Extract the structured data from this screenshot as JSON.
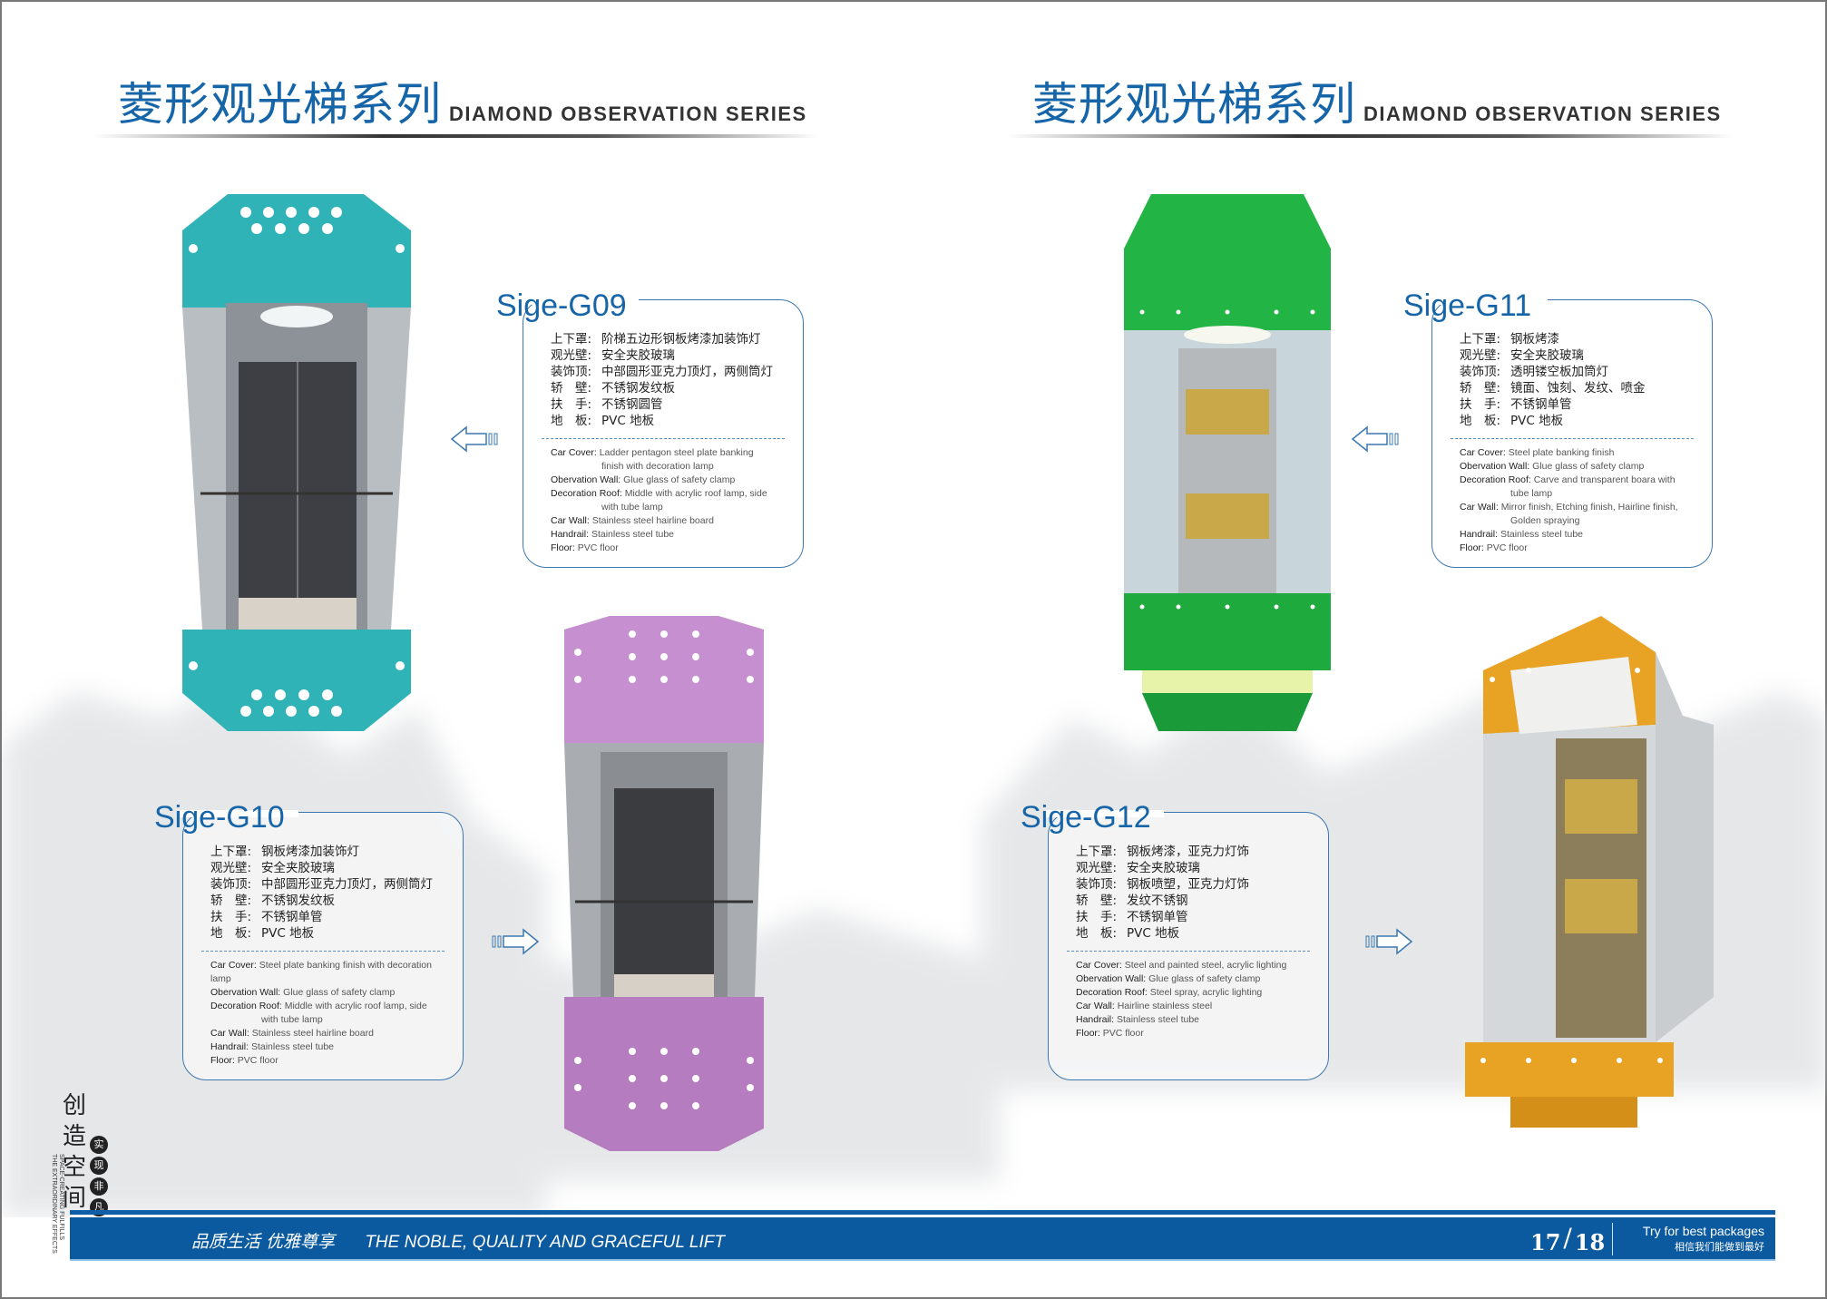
{
  "header": {
    "left": {
      "title_cn": "菱形观光梯系列",
      "title_en": "DIAMOND OBSERVATION SERIES"
    },
    "right": {
      "title_cn": "菱形观光梯系列",
      "title_en": "DIAMOND OBSERVATION SERIES"
    }
  },
  "colors": {
    "brand_blue": "#1565a8",
    "footer_blue": "#0b5a9f",
    "teal": "#2fb3b6",
    "purple": "#b57cc0",
    "green": "#1faa3e",
    "orange": "#e8a224"
  },
  "products": [
    {
      "model": "Sige-G09",
      "specs_cn": [
        [
          "上下罩:",
          "阶梯五边形钢板烤漆加装饰灯"
        ],
        [
          "观光壁:",
          "安全夹胶玻璃"
        ],
        [
          "装饰顶:",
          "中部圆形亚克力顶灯，两侧筒灯"
        ],
        [
          "轿　壁:",
          "不锈钢发纹板"
        ],
        [
          "扶　手:",
          "不锈钢圆管"
        ],
        [
          "地　板:",
          "PVC 地板"
        ]
      ],
      "specs_en": [
        [
          "Car Cover:",
          "Ladder pentagon steel plate banking",
          "finish with decoration lamp"
        ],
        [
          "Obervation Wall:",
          "Glue glass of safety clamp",
          ""
        ],
        [
          "Decoration Roof:",
          "Middle with acrylic roof lamp, side",
          "with tube lamp"
        ],
        [
          "Car Wall:",
          "Stainless steel hairline board",
          ""
        ],
        [
          "Handrail:",
          "Stainless steel tube",
          ""
        ],
        [
          "Floor:",
          "PVC floor",
          ""
        ]
      ]
    },
    {
      "model": "Sige-G10",
      "specs_cn": [
        [
          "上下罩:",
          "钢板烤漆加装饰灯"
        ],
        [
          "观光壁:",
          "安全夹胶玻璃"
        ],
        [
          "装饰顶:",
          "中部圆形亚克力顶灯，两侧筒灯"
        ],
        [
          "轿　壁:",
          "不锈钢发纹板"
        ],
        [
          "扶　手:",
          "不锈钢单管"
        ],
        [
          "地　板:",
          "PVC 地板"
        ]
      ],
      "specs_en": [
        [
          "Car Cover:",
          "Steel plate banking finish with decoration lamp",
          ""
        ],
        [
          "Obervation Wall:",
          "Glue glass of safety clamp",
          ""
        ],
        [
          "Decoration Roof:",
          "Middle with acrylic roof lamp, side",
          "with tube lamp"
        ],
        [
          "Car Wall:",
          "Stainless steel hairline board",
          ""
        ],
        [
          "Handrail:",
          "Stainless steel tube",
          ""
        ],
        [
          "Floor:",
          "PVC floor",
          ""
        ]
      ]
    },
    {
      "model": "Sige-G11",
      "specs_cn": [
        [
          "上下罩:",
          "钢板烤漆"
        ],
        [
          "观光壁:",
          "安全夹胶玻璃"
        ],
        [
          "装饰顶:",
          "透明镂空板加筒灯"
        ],
        [
          "轿　壁:",
          "镜面、蚀刻、发纹、喷金"
        ],
        [
          "扶　手:",
          "不锈钢单管"
        ],
        [
          "地　板:",
          "PVC 地板"
        ]
      ],
      "specs_en": [
        [
          "Car Cover:",
          "Steel plate banking finish",
          ""
        ],
        [
          "Obervation Wall:",
          "Glue glass of safety clamp",
          ""
        ],
        [
          "Decoration Roof:",
          "Carve and transparent boara with",
          "tube lamp"
        ],
        [
          "Car Wall:",
          "Mirror finish, Etching finish, Hairline finish,",
          "Golden spraying"
        ],
        [
          "Handrail:",
          "Stainless steel tube",
          ""
        ],
        [
          "Floor:",
          "PVC floor",
          ""
        ]
      ]
    },
    {
      "model": "Sige-G12",
      "specs_cn": [
        [
          "上下罩:",
          "钢板烤漆，亚克力灯饰"
        ],
        [
          "观光壁:",
          "安全夹胶玻璃"
        ],
        [
          "装饰顶:",
          "钢板喷塑，亚克力灯饰"
        ],
        [
          "轿　壁:",
          "发纹不锈钢"
        ],
        [
          "扶　手:",
          "不锈钢单管"
        ],
        [
          "地　板:",
          "PVC 地板"
        ]
      ],
      "specs_en": [
        [
          "Car Cover:",
          "Steel and painted steel, acrylic lighting",
          ""
        ],
        [
          "Obervation Wall:",
          "Glue glass of safety clamp",
          ""
        ],
        [
          "Decoration Roof:",
          "Steel spray, acrylic lighting",
          ""
        ],
        [
          "Car Wall:",
          "Hairline stainless steel",
          ""
        ],
        [
          "Handrail:",
          "Stainless steel tube",
          ""
        ],
        [
          "Floor:",
          "PVC floor",
          ""
        ]
      ]
    }
  ],
  "logo": {
    "chars": [
      "创",
      "造",
      "空",
      "间"
    ],
    "seal_chars": [
      "实",
      "现",
      "非",
      "凡"
    ],
    "tagline": "SPACE-CREATING FULFILLS THE EXTRAORDINARY EFFECTS"
  },
  "footer": {
    "slogan_cn": "品质生活 优雅尊享",
    "slogan_en": "THE NOBLE, QUALITY AND GRACEFUL LIFT",
    "page_left": "17",
    "page_right": "18",
    "tagline_en": "Try for best packages",
    "tagline_cn": "相信我们能做到最好"
  }
}
